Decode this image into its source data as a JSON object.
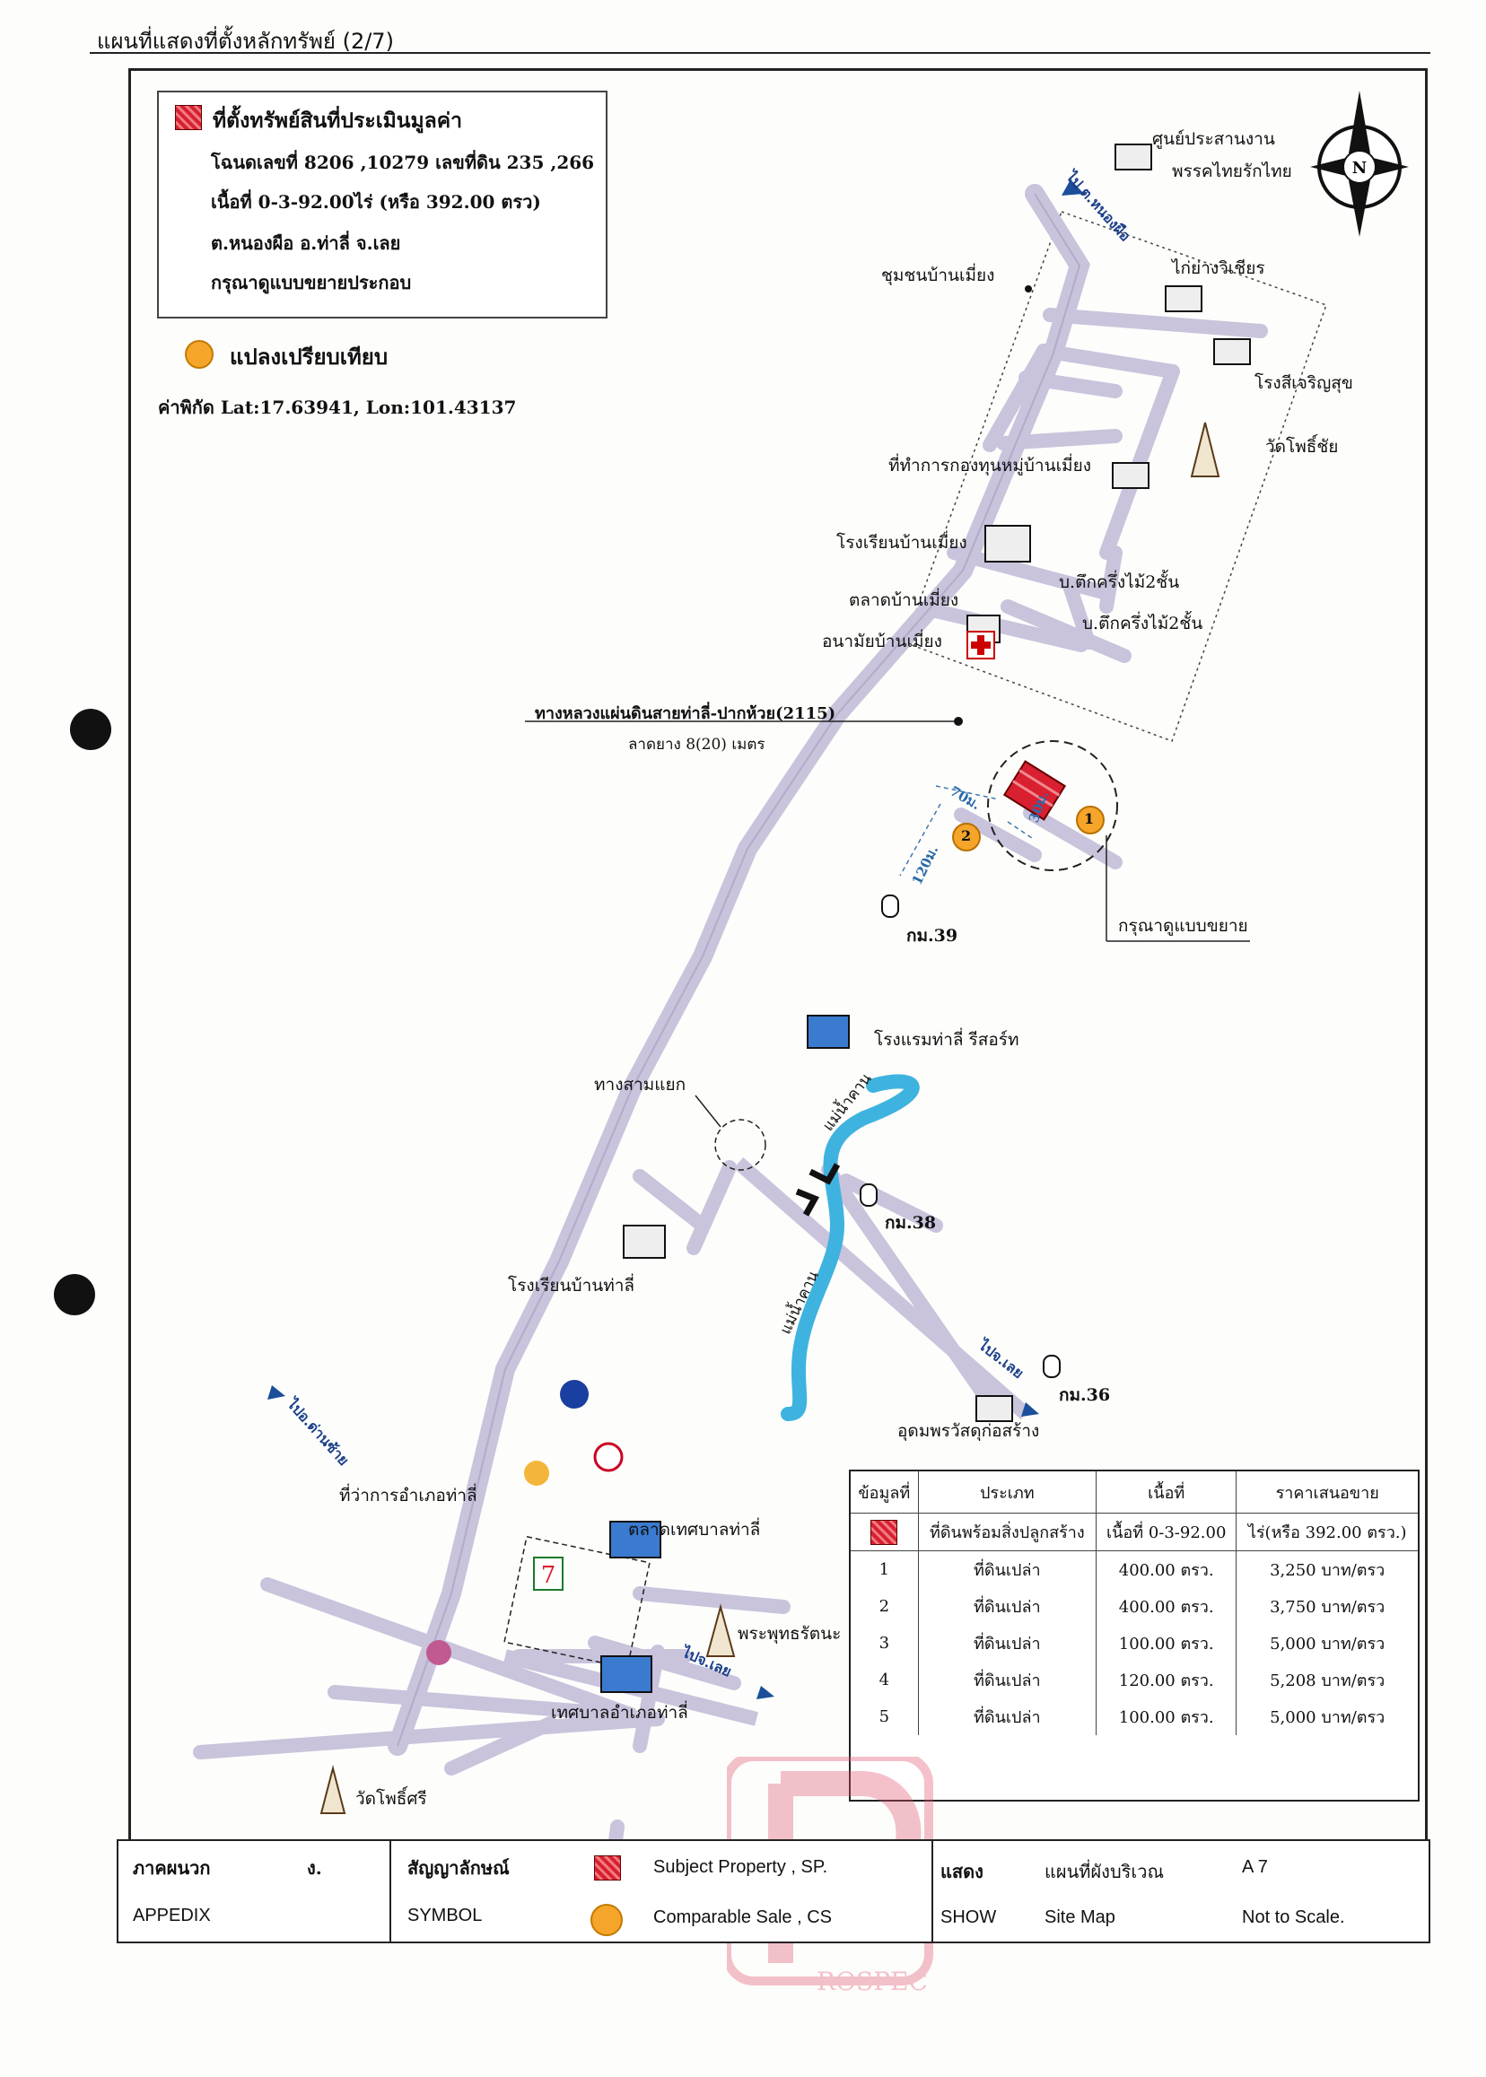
{
  "page": {
    "title": "แผนที่แสดงที่ตั้งหลักทรัพย์ (2/7)"
  },
  "legend": {
    "subject_title": "ที่ตั้งทรัพย์สินที่ประเมินมูลค่า",
    "deed_line": "โฉนดเลขที่ 8206 ,10279 เลขที่ดิน 235 ,266",
    "area_line": "เนื้อที่ 0-3-92.00ไร่ (หรือ 392.00 ตรว)",
    "location_line": "ต.หนองผือ อ.ท่าลี่ จ.เลย",
    "note_line": "กรุณาดูแบบขยายประกอบ",
    "comparable_label": "แปลงเปรียบเทียบ",
    "coords": "ค่าพิกัด Lat:17.63941, Lon:101.43137"
  },
  "colors": {
    "road": "#c9c3dc",
    "road_edge": "#b2abc9",
    "river": "#3fb3df",
    "subject": "#d82030",
    "comparable": "#f4a52a",
    "stamp": "#e0506a"
  },
  "map_labels": {
    "party_center": "ศูนย์ประสานงาน",
    "party_center2": "พรรคไทยรักไทย",
    "to_nong_phue": "ไป ต.หนองผือ",
    "community": "ชุมชนบ้านเมี่ยง",
    "chicken_shop": "ไก่ย่างวิเชียร",
    "rice_mill": "โรงสีเจริญสุข",
    "wat_phochai": "วัดโพธิ์ชัย",
    "village_fund": "ที่ทำการกองทุนหมู่บ้านเมี่ยง",
    "school_miang": "โรงเรียนบ้านเมี่ยง",
    "market_miang": "ตลาดบ้านเมี่ยง",
    "health_miang": "อนามัยบ้านเมี่ยง",
    "house1": "บ.ตึกครึ่งไม้2ชั้น",
    "house2": "บ.ตึกครึ่งไม้2ชั้น",
    "highway": "ทางหลวงแผ่นดินสายท่าลี่-ปากห้วย(2115)",
    "highway_surface": "ลาดยาง 8(20) เมตร",
    "dist_70": "70ม.",
    "dist_30": "30ม.",
    "dist_120": "120ม.",
    "comp1": "1",
    "comp2": "2",
    "see_enlarged": "กรุณาดูแบบขยาย",
    "km39": "กม.39",
    "resort": "โรงแรมท่าลี่ รีสอร์ท",
    "junction": "ทางสามแยก",
    "river1": "แม่น้ำคาน",
    "river2": "แม่น้ำคาน",
    "km38": "กม.38",
    "school_thali": "โรงเรียนบ้านท่าลี่",
    "to_loei_top": "ไปจ.เลย",
    "km36": "กม.36",
    "construction": "อุดมพรวัสดุก่อสร้าง",
    "to_dan_sai": "ไปอ.ด่านซ้าย",
    "district_office": "ที่ว่าการอำเภอท่าลี่",
    "municipal_market": "ตลาดเทศบาลท่าลี่",
    "seven_eleven": "7",
    "phra_buddha": "พระพุทธรัตนะ",
    "to_loei_bottom": "ไปจ.เลย",
    "municipality": "เทศบาลอำเภอท่าลี่",
    "wat_phosri": "วัดโพธิ์ศรี",
    "north": "N"
  },
  "comparables_table": {
    "headers": [
      "ข้อมูลที่",
      "ประเภท",
      "เนื้อที่",
      "ราคาเสนอขาย"
    ],
    "subject_row": {
      "type": "ที่ดินพร้อมสิ่งปลูกสร้าง",
      "area": "เนื้อที่ 0-3-92.00",
      "price": "ไร่(หรือ 392.00 ตรว.)"
    },
    "rows": [
      {
        "no": "1",
        "type": "ที่ดินเปล่า",
        "area": "400.00 ตรว.",
        "price": "3,250  บาท/ตรว"
      },
      {
        "no": "2",
        "type": "ที่ดินเปล่า",
        "area": "400.00 ตรว.",
        "price": "3,750  บาท/ตรว"
      },
      {
        "no": "3",
        "type": "ที่ดินเปล่า",
        "area": "100.00 ตรว.",
        "price": "5,000  บาท/ตรว"
      },
      {
        "no": "4",
        "type": "ที่ดินเปล่า",
        "area": "120.00 ตรว.",
        "price": "5,208  บาท/ตรว"
      },
      {
        "no": "5",
        "type": "ที่ดินเปล่า",
        "area": "100.00 ตรว.",
        "price": "5,000  บาท/ตรว"
      }
    ]
  },
  "footer": {
    "appendix_th": "ภาคผนวก",
    "appendix_letter": "ง.",
    "appendix_en": "APPEDIX",
    "symbol_th": "สัญญาลักษณ์",
    "symbol_en": "SYMBOL",
    "subject_en": "Subject   Property , SP.",
    "comparable_en": "Comparable  Sale , CS",
    "show_th": "แสดง",
    "show_en": "SHOW",
    "map_th": "แผนที่ผังบริเวณ",
    "map_en": "Site  Map",
    "code": "A 7",
    "scale": "Not to Scale."
  },
  "stamp": {
    "text": "ROSPEC"
  }
}
